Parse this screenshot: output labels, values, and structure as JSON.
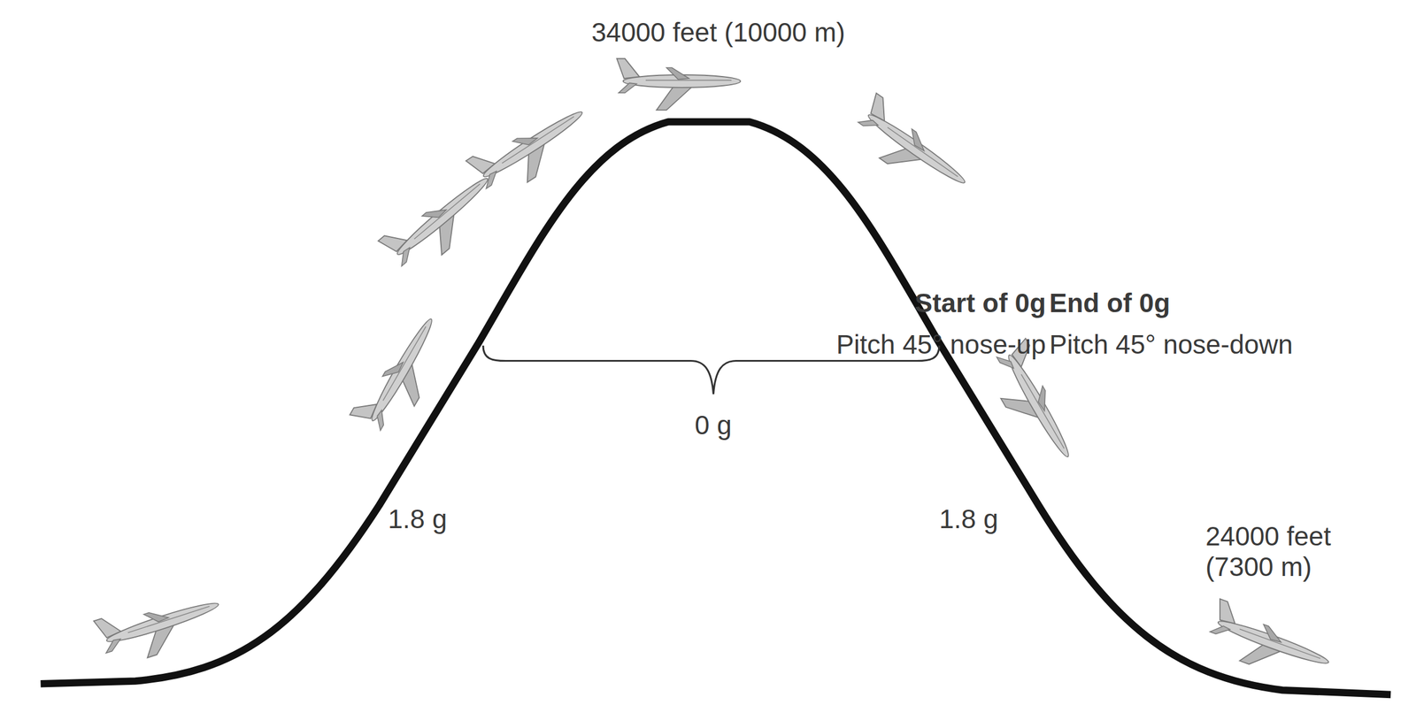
{
  "diagram": {
    "labels": [
      "34000 feet (10000 m)",
      "Start of 0g",
      "Pitch 45° nose-up",
      "0 g",
      "1.8 g",
      "1.8 g",
      "End of 0g",
      "Pitch 45° nose-down",
      "24000 feet (7300 m)"
    ]
  }
}
